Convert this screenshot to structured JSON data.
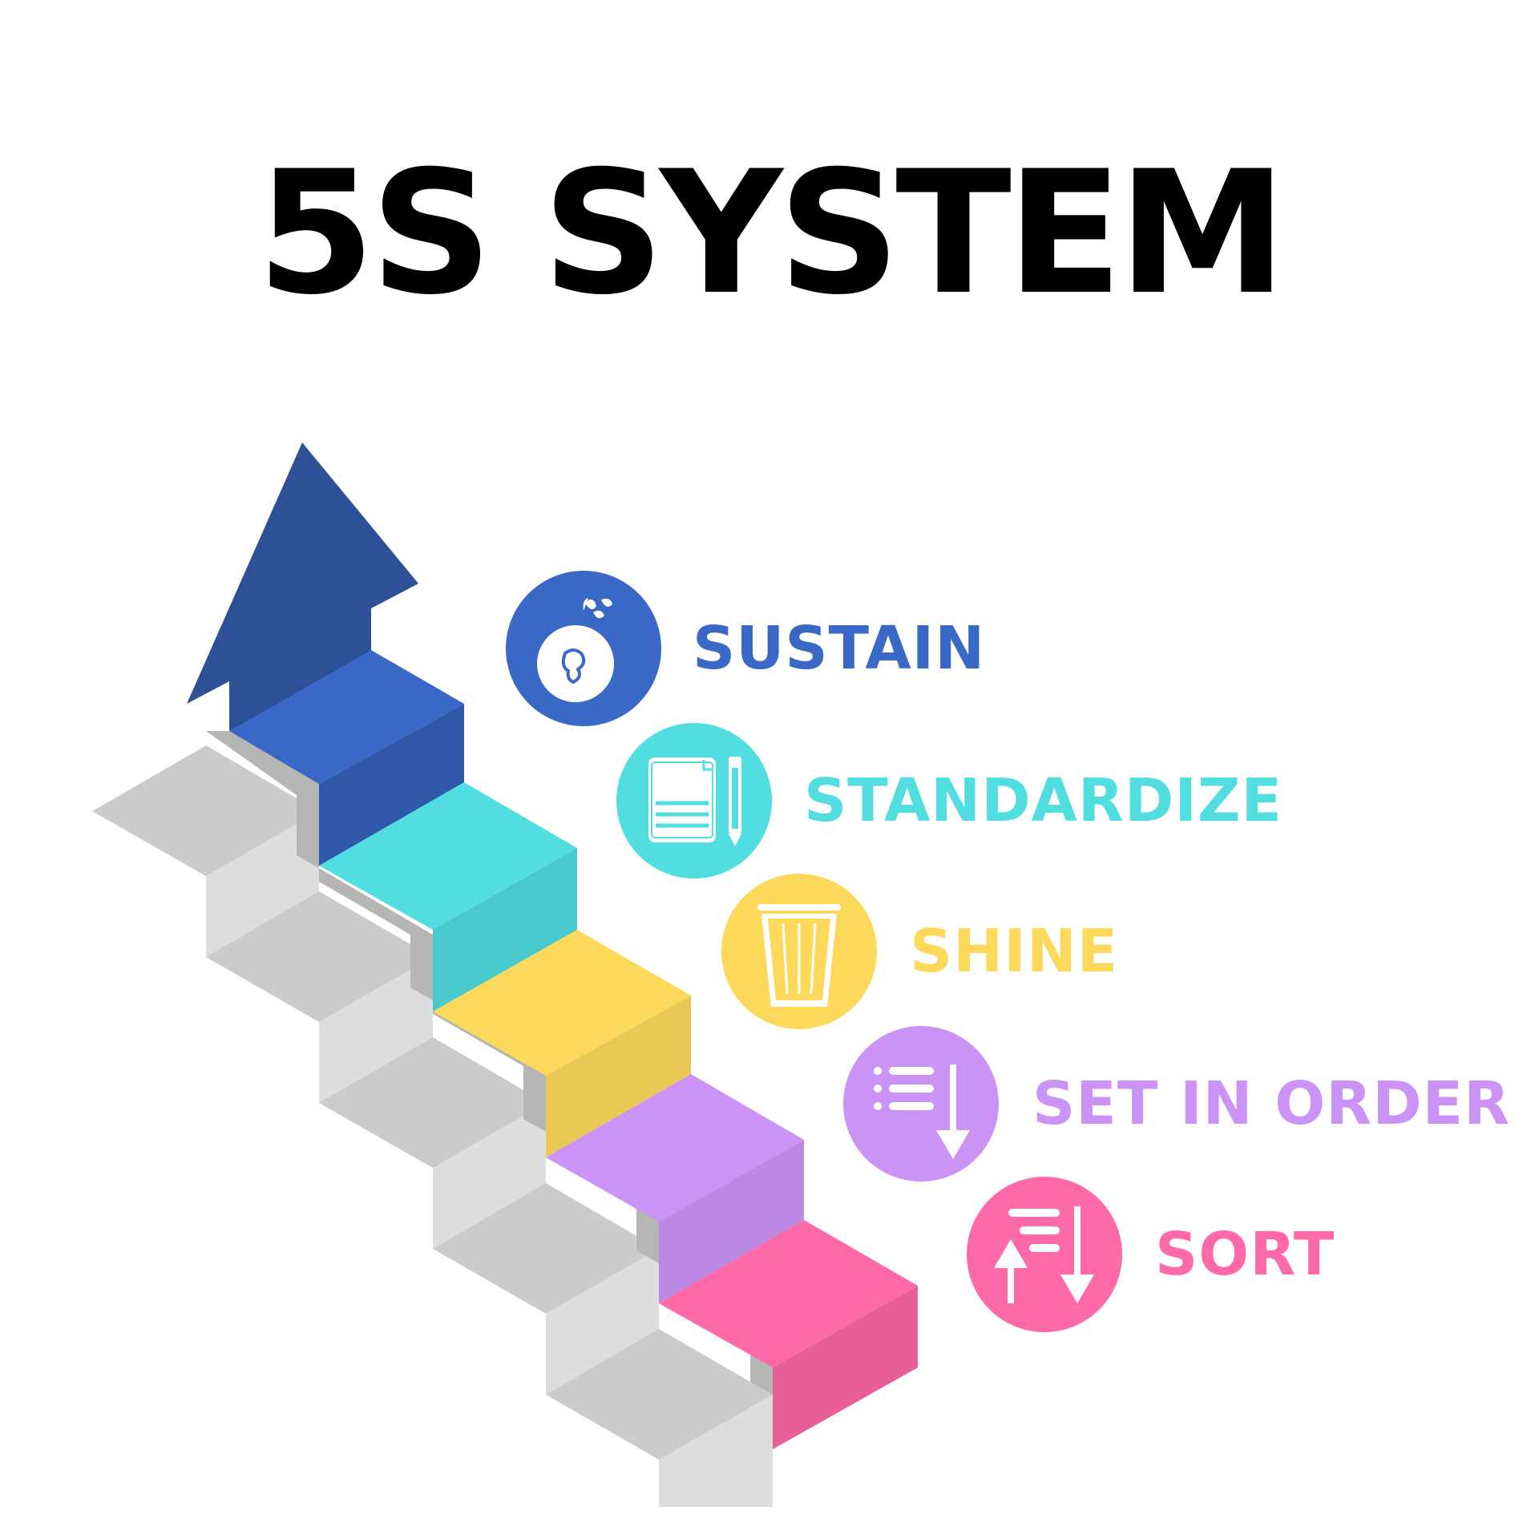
{
  "title": "5S SYSTEM",
  "colors": {
    "arrow": "#2D5097",
    "sustain": "#3A68C6",
    "standardize": "#52DDE0",
    "shine": "#FDD95B",
    "set_in_order": "#CB93F5",
    "sort": "#FE6AA7",
    "stair_grey": "#CBCCC9"
  },
  "steps": [
    {
      "label": "SUSTAIN",
      "icon": "globe-leaves-icon"
    },
    {
      "label": "STANDARDIZE",
      "icon": "document-pencil-icon"
    },
    {
      "label": "SHINE",
      "icon": "trash-bin-icon"
    },
    {
      "label": "SET IN ORDER",
      "icon": "list-sort-down-icon"
    },
    {
      "label": "SORT",
      "icon": "sort-up-down-icon"
    }
  ]
}
